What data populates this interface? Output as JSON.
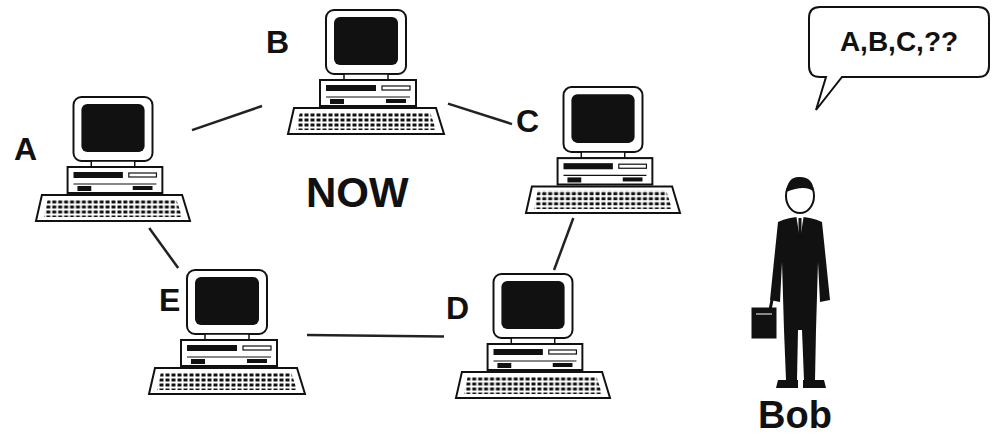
{
  "diagram": {
    "nodes": [
      {
        "text": [
          "A"
        ]
      },
      {
        "text": [
          "B"
        ]
      },
      {
        "text": [
          "C"
        ]
      },
      {
        "text": [
          "D"
        ]
      },
      {
        "text": [
          "E"
        ]
      },
      {
        "text": [
          "A,B,C,??"
        ]
      }
    ],
    "edges": [
      {
        "from": 0,
        "to": 1,
        "arrow": "none"
      },
      {
        "from": 1,
        "to": 2,
        "arrow": "none"
      },
      {
        "from": 2,
        "to": 3,
        "arrow": "none"
      },
      {
        "from": 3,
        "to": 4,
        "arrow": "none"
      },
      {
        "from": 4,
        "to": 0,
        "arrow": "none"
      }
    ],
    "labels": [
      "NOW",
      "Bob"
    ]
  }
}
